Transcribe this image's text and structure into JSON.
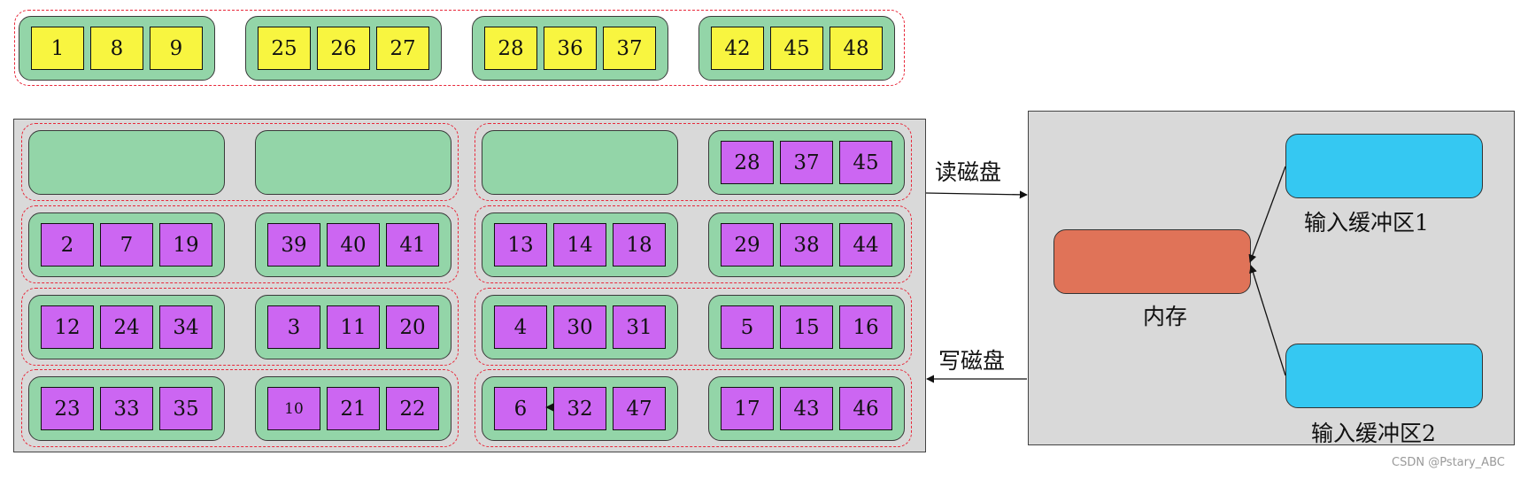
{
  "colors": {
    "group_fill": "#93d5a8",
    "yellow_cell": "#f8f540",
    "purple_cell": "#cc66f2",
    "panel_fill": "#d9d9d9",
    "memory_fill": "#e07358",
    "buffer_fill": "#35c8f2",
    "dash_border": "#e8283a"
  },
  "top_groups": [
    {
      "values": [
        "1",
        "8",
        "9"
      ]
    },
    {
      "values": [
        "25",
        "26",
        "27"
      ]
    },
    {
      "values": [
        "28",
        "36",
        "37"
      ]
    },
    {
      "values": [
        "42",
        "45",
        "48"
      ]
    }
  ],
  "disk_rows": [
    {
      "groups": [
        {
          "values": []
        },
        {
          "values": []
        },
        {
          "values": []
        },
        {
          "values": [
            "28",
            "37",
            "45"
          ]
        }
      ]
    },
    {
      "groups": [
        {
          "values": [
            "2",
            "7",
            "19"
          ]
        },
        {
          "values": [
            "39",
            "40",
            "41"
          ]
        },
        {
          "values": [
            "13",
            "14",
            "18"
          ]
        },
        {
          "values": [
            "29",
            "38",
            "44"
          ]
        }
      ]
    },
    {
      "groups": [
        {
          "values": [
            "12",
            "24",
            "34"
          ]
        },
        {
          "values": [
            "3",
            "11",
            "20"
          ]
        },
        {
          "values": [
            "4",
            "30",
            "31"
          ]
        },
        {
          "values": [
            "5",
            "15",
            "16"
          ]
        }
      ]
    },
    {
      "groups": [
        {
          "values": [
            "23",
            "33",
            "35"
          ]
        },
        {
          "values": [
            "10",
            "21",
            "22"
          ]
        },
        {
          "values": [
            "6",
            "32",
            "47"
          ]
        },
        {
          "values": [
            "17",
            "43",
            "46"
          ]
        }
      ]
    }
  ],
  "arrows": {
    "read_label": "读磁盘",
    "write_label": "写磁盘"
  },
  "memory_panel": {
    "memory_label": "内存",
    "buffer1_label": "输入缓冲区1",
    "buffer2_label": "输入缓冲区2"
  },
  "watermark": "CSDN @Pstary_ABC"
}
